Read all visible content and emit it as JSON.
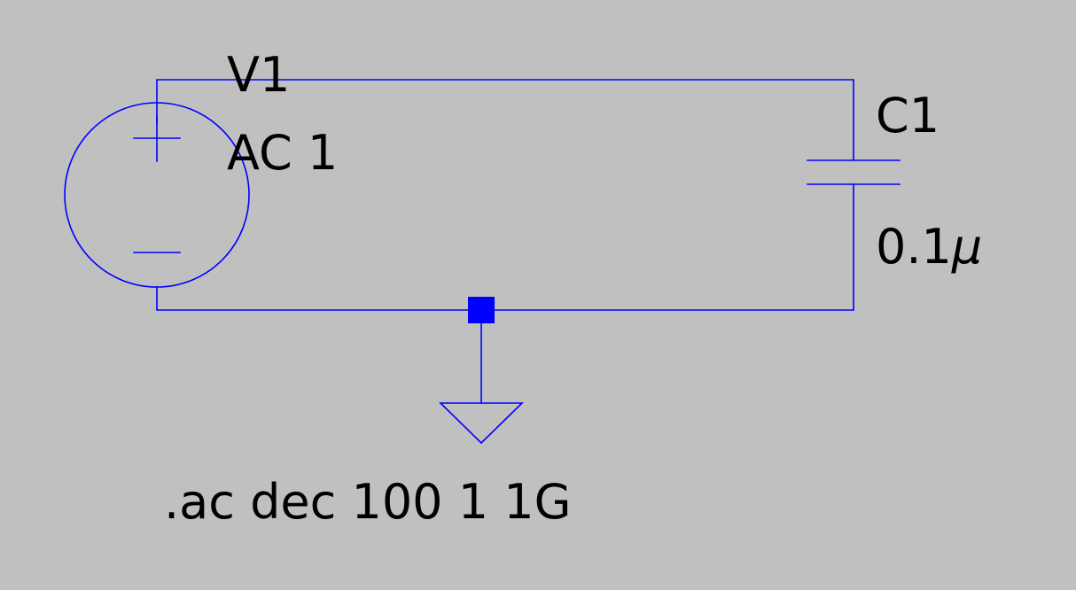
{
  "colors": {
    "background": "#c0c0c0",
    "wire": "#0000ff",
    "text": "#000000"
  },
  "components": {
    "voltage_source": {
      "name": "V1",
      "value": "AC 1",
      "plus_sign": "+",
      "minus_sign": "−"
    },
    "capacitor": {
      "name": "C1",
      "value_number": "0.1",
      "value_unit": "μ"
    },
    "ground": {
      "icon": "ground-icon"
    }
  },
  "directive": ".ac dec 100 1 1G"
}
